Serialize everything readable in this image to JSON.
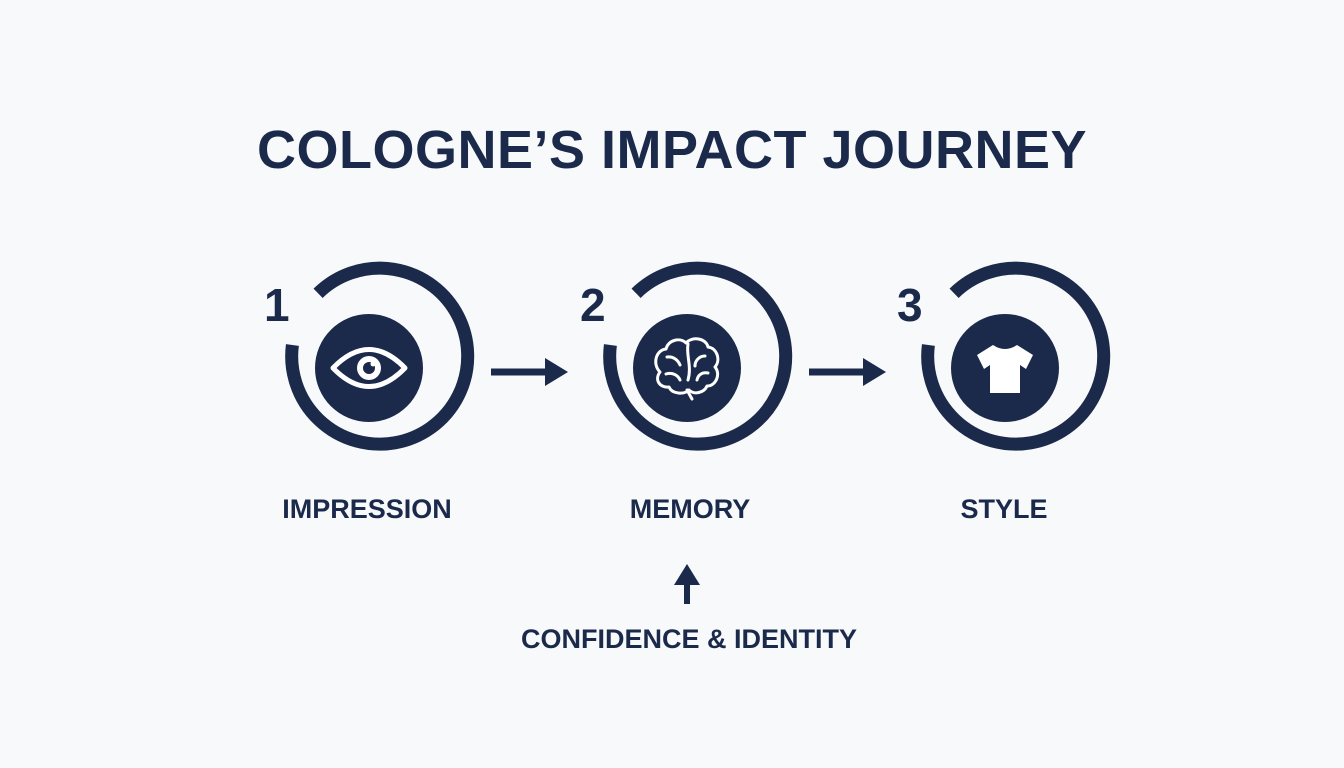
{
  "title": "COLOGNE’S IMPACT JOURNEY",
  "colors": {
    "primary": "#1b2a4b",
    "background": "#f7f9fa",
    "icon_fill": "#ffffff"
  },
  "steps": [
    {
      "number": "1",
      "label": "IMPRESSION",
      "icon": "eye-icon"
    },
    {
      "number": "2",
      "label": "MEMORY",
      "icon": "brain-icon"
    },
    {
      "number": "3",
      "label": "STYLE",
      "icon": "tshirt-icon"
    }
  ],
  "connectors": [
    "arrow-right",
    "arrow-right"
  ],
  "influence": {
    "label": "CONFIDENCE & IDENTITY",
    "target_step": "2",
    "icon": "arrow-up"
  }
}
